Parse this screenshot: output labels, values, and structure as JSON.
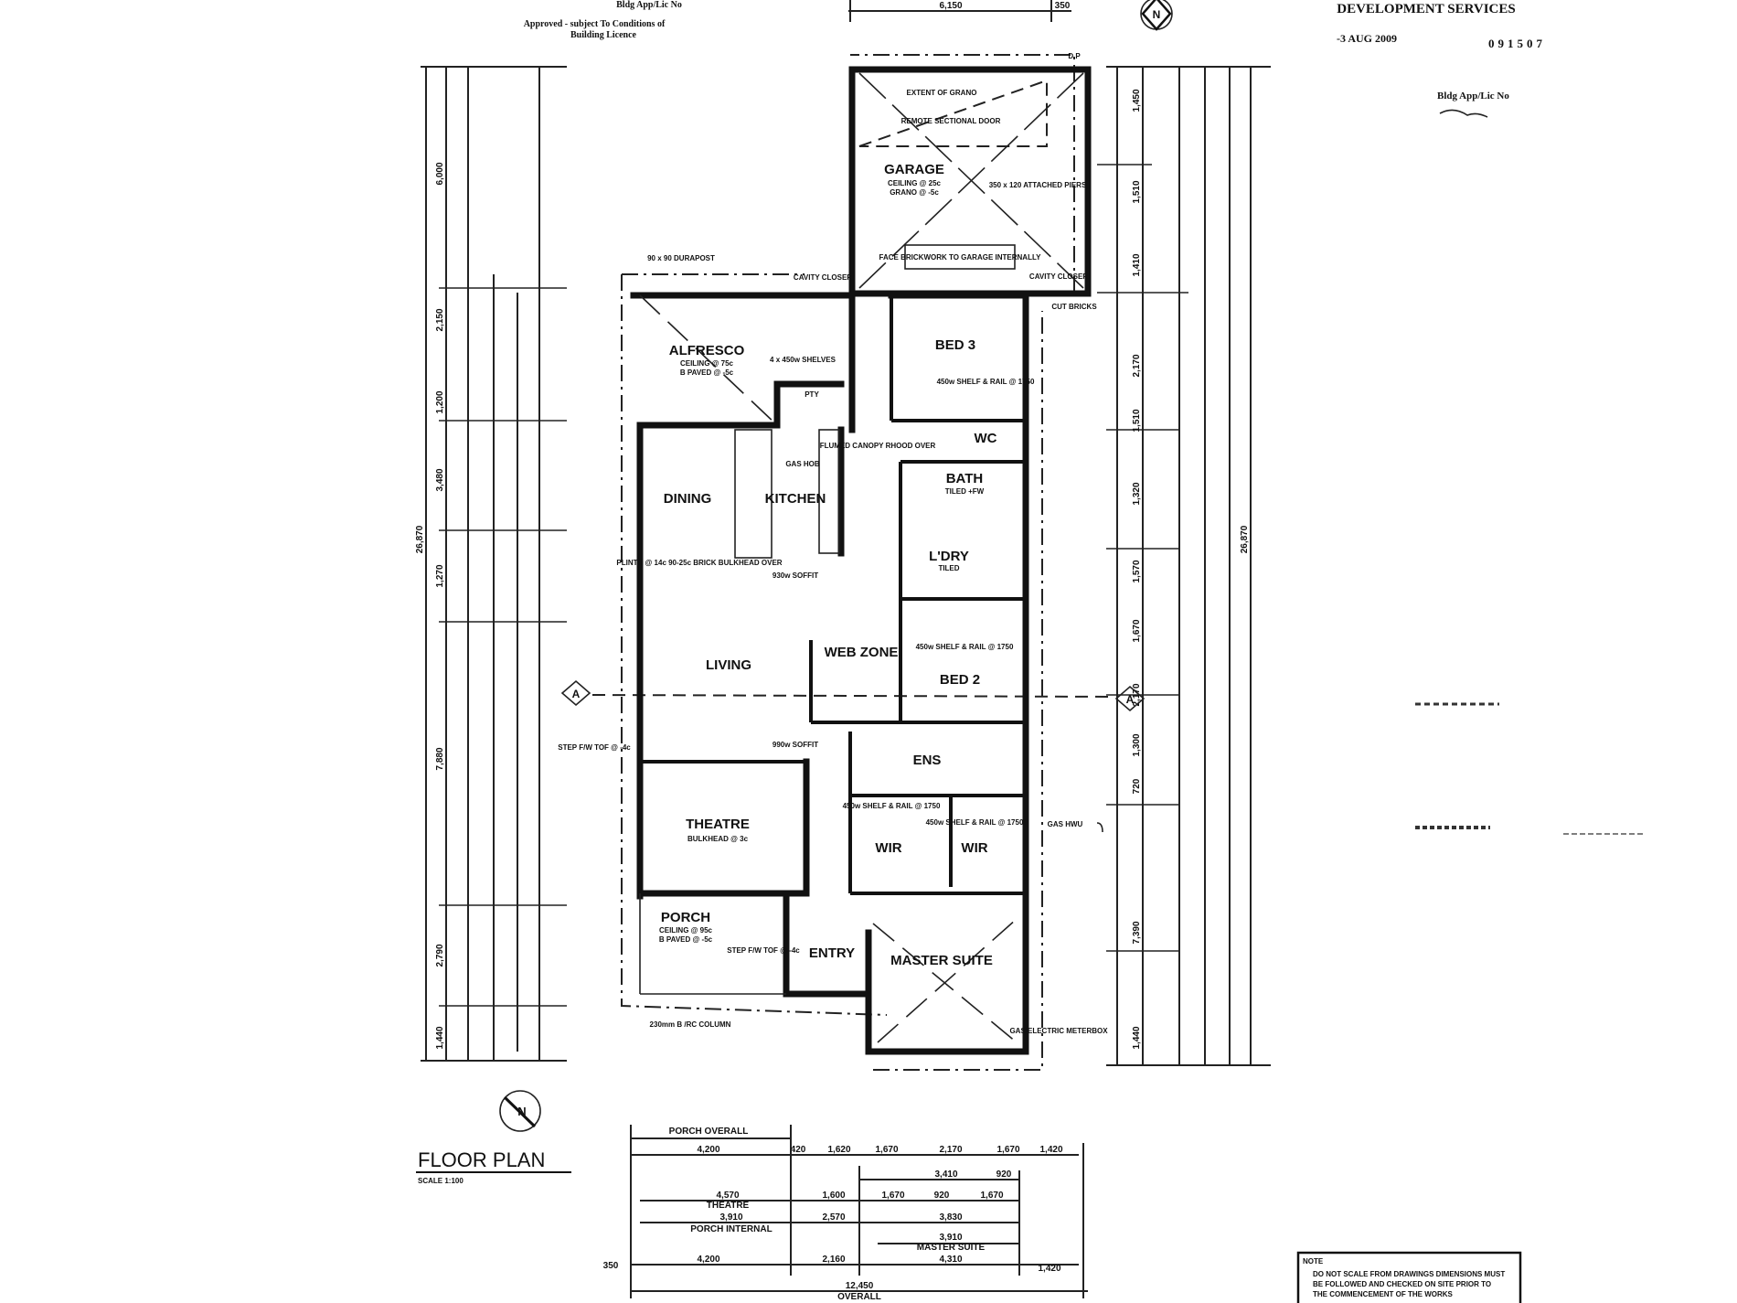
{
  "stamp": {
    "authority": "DEVELOPMENT SERVICES",
    "date": "-3 AUG 2009",
    "number": "091507",
    "bldg_app_label": "Bldg App/Lic No",
    "approval_line1": "Approved - subject To Conditions of",
    "approval_line2": "Building Licence",
    "top_bldg_app": "Bldg App/Lic No"
  },
  "north_arrow": "N",
  "section_marker": "A",
  "title": {
    "name": "FLOOR PLAN",
    "scale": "SCALE 1:100"
  },
  "note": {
    "heading": "NOTE",
    "text_line1": "DO NOT SCALE FROM DRAWINGS DIMENSIONS MUST",
    "text_line2": "BE FOLLOWED AND CHECKED ON SITE PRIOR TO",
    "text_line3": "THE COMMENCEMENT OF THE WORKS"
  },
  "rooms": {
    "garage": "GARAGE",
    "alfresco": "ALFRESCO",
    "dining": "DINING",
    "kitchen": "KITCHEN",
    "bed3": "BED 3",
    "wc": "WC",
    "bath": "BATH",
    "ldry": "L'DRY",
    "web_zone": "WEB ZONE",
    "living": "LIVING",
    "bed2": "BED 2",
    "ens": "ENS",
    "theatre": "THEATRE",
    "wir1": "WIR",
    "wir2": "WIR",
    "porch": "PORCH",
    "entry": "ENTRY",
    "master": "MASTER SUITE"
  },
  "annotations": {
    "garage_ceiling": "CEILING @ 25c",
    "garage_grano": "GRANO @ -5c",
    "extent_grano": "EXTENT OF GRANO",
    "sectional_door": "REMOTE SECTIONAL DOOR",
    "attached_piers": "350 x 120 ATTACHED PIERS",
    "face_brick": "FACE BRICKWORK TO GARAGE INTERNALLY",
    "cavity_closer": "CAVITY CLOSER",
    "cavity_closer2": "CAVITY CLOSER",
    "durapost": "90 x 90 DURAPOST",
    "alfresco_ceiling": "CEILING @ 75c",
    "alfresco_paved": "B PAVED @ -5c",
    "shelves": "4 x 450w SHELVES",
    "pty": "PTY",
    "canopy": "FLUMED CANOPY RHOOD OVER",
    "gas_hob": "GAS HOB",
    "bed3_shelf": "450w SHELF & RAIL @ 1750",
    "bath_tiled": "TILED +FW",
    "plinth": "PLINTH @ 14c 90-25c BRICK BULKHEAD OVER",
    "soffit1": "930w SOFFIT",
    "soffit2": "990w SOFFIT",
    "bed2_shelf": "450w SHELF & RAIL @ 1750",
    "ldry_tiled": "TILED",
    "theatre_bulkhead": "BULKHEAD @ 3c",
    "wir_shelf1": "450w SHELF & RAIL @ 1750",
    "wir_shelf2": "450w SHELF & RAIL @ 1750",
    "gas_hwu": "GAS HWU",
    "porch_ceiling": "CEILING @ 95c",
    "porch_paved": "B PAVED @ -5c",
    "step": "STEP F/W TOF @ -4c",
    "column": "230mm B /RC COLUMN",
    "meter": "GAS/ELECTRIC METERBOX",
    "dp": "D P",
    "cut_bricks": "CUT BRICKS",
    "step_tof": "STEP F/W TOF @ -4c"
  },
  "dimensions": {
    "bottom_row1": [
      "4,200",
      "420",
      "1,620",
      "1,670",
      "2,170",
      "1,670",
      "1,420"
    ],
    "bottom_row1_label": "PORCH OVERALL",
    "bottom_row2": [
      "3,410",
      "920"
    ],
    "bottom_row3": [
      "4,570",
      "1,600",
      "1,670",
      "920",
      "1,670"
    ],
    "bottom_row3_label": "THEATRE",
    "bottom_row4": [
      "3,910",
      "2,570",
      "3,830"
    ],
    "bottom_row4_label": "PORCH INTERNAL",
    "bottom_row5": [
      "3,910"
    ],
    "bottom_row5_label": "MASTER SUITE",
    "bottom_row6": [
      "350",
      "4,200",
      "2,160",
      "4,310",
      "1,420"
    ],
    "overall_width": "12,450",
    "overall_label": "OVERALL",
    "top_dim": "6,150",
    "top_dim_small": "350",
    "left_overall": "26,870",
    "left_row": [
      "6,000",
      "2,150",
      "1,200",
      "3,480",
      "1,270",
      "7,880",
      "2,790",
      "1,440"
    ],
    "right_overall": "26,870",
    "right_row": [
      "1,450",
      "1,510",
      "1,410",
      "2,170",
      "1,510",
      "1,320",
      "1,570",
      "1,670",
      "2,170",
      "1,300",
      "720",
      "7,390",
      "1,440"
    ]
  }
}
